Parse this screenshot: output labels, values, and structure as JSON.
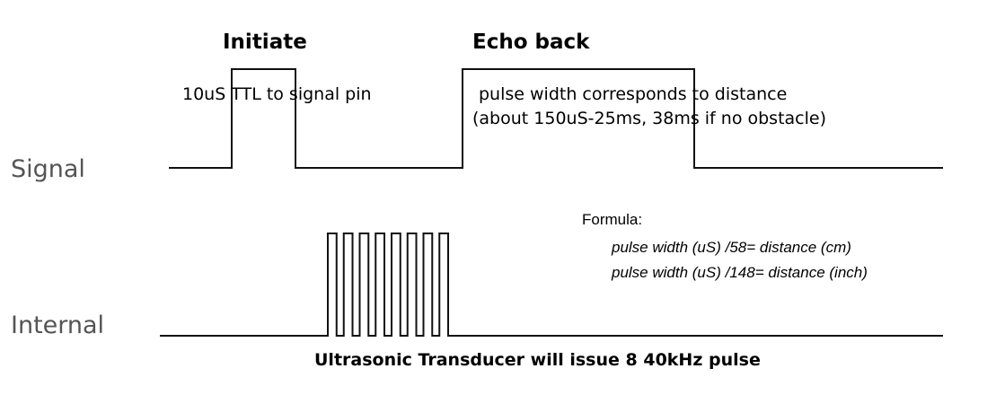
{
  "signal_row": {
    "label": "Signal",
    "initiate_heading": "Initiate",
    "echo_heading": "Echo back",
    "trigger_note": "10uS TTL to signal pin",
    "echo_note_line1": "pulse width corresponds to distance",
    "echo_note_line2": "(about 150uS-25ms, 38ms if no obstacle)"
  },
  "internal_row": {
    "label": "Internal",
    "burst_pulse_count": 8,
    "caption": "Ultrasonic Transducer will issue 8 40kHz pulse"
  },
  "formula": {
    "title": "Formula:",
    "line1": "pulse width (uS) /58= distance (cm)",
    "line2": "pulse width (uS) /148= distance (inch)"
  }
}
